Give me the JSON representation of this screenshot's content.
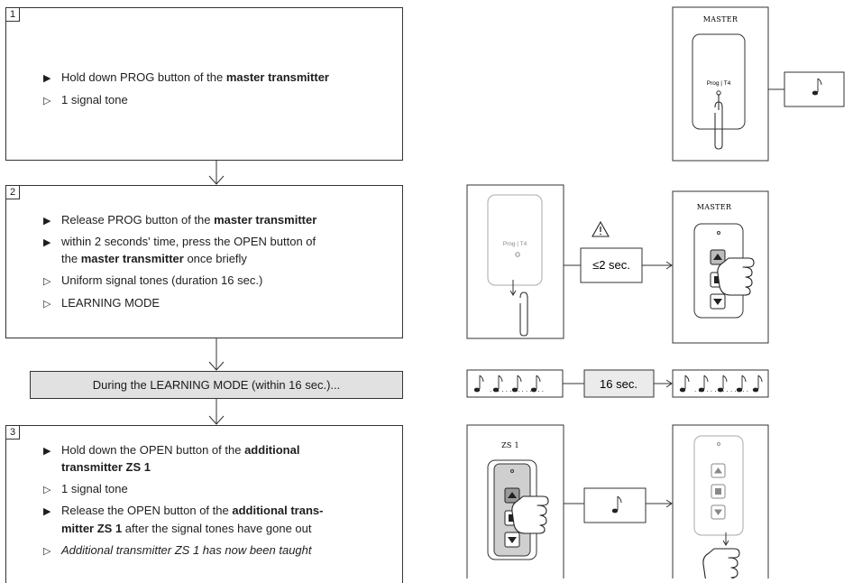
{
  "step1": {
    "number": "1",
    "items": [
      {
        "bullet": "▶",
        "pre": "Hold down PROG button of the ",
        "bold": "master transmitter",
        "post": ""
      },
      {
        "bullet": "▷",
        "pre": "1 signal tone",
        "bold": "",
        "post": ""
      }
    ]
  },
  "step2": {
    "number": "2",
    "items": [
      {
        "bullet": "▶",
        "pre": "Release PROG button of the ",
        "bold": "master transmitter",
        "post": ""
      },
      {
        "bullet": "▶",
        "pre": "within 2 seconds' time, press the OPEN button of",
        "bold": "",
        "post": ""
      },
      {
        "bullet": "",
        "pre": "the ",
        "bold": "master transmitter",
        "post": " once briefly"
      },
      {
        "bullet": "▷",
        "pre": "Uniform signal tones (duration 16 sec.)",
        "bold": "",
        "post": ""
      },
      {
        "bullet": "▷",
        "pre": "LEARNING MODE",
        "bold": "",
        "post": ""
      }
    ]
  },
  "learning_bar": "During the LEARNING MODE (within 16 sec.)...",
  "step3": {
    "number": "3",
    "items": [
      {
        "bullet": "▶",
        "pre": "Hold down the OPEN button of the ",
        "bold": "additional",
        "post": ""
      },
      {
        "bullet": "",
        "pre": "",
        "bold": "transmitter ZS 1",
        "post": ""
      },
      {
        "bullet": "▷",
        "pre": "1 signal tone",
        "bold": "",
        "post": ""
      },
      {
        "bullet": "▶",
        "pre": "Release the OPEN button of the ",
        "bold": "additional trans-",
        "post": ""
      },
      {
        "bullet": "",
        "pre": "",
        "bold": "mitter ZS 1",
        "post": " after the signal tones have gone out"
      },
      {
        "bullet": "▷",
        "pre": "Additional transmitter ZS 1 has now been taught",
        "bold": "",
        "post": "",
        "italic": true
      }
    ]
  },
  "figures": {
    "master_label": "MASTER",
    "prog_label": "Prog | T4",
    "timing_label": "≤2 sec.",
    "duration_label": "16 sec.",
    "zs1_label": "ZS 1",
    "warning_icon": "warning-triangle-icon",
    "note_icon": "music-note-icon",
    "hand_icon": "pointing-hand-icon",
    "clip_icon": "paper-clip-icon"
  }
}
